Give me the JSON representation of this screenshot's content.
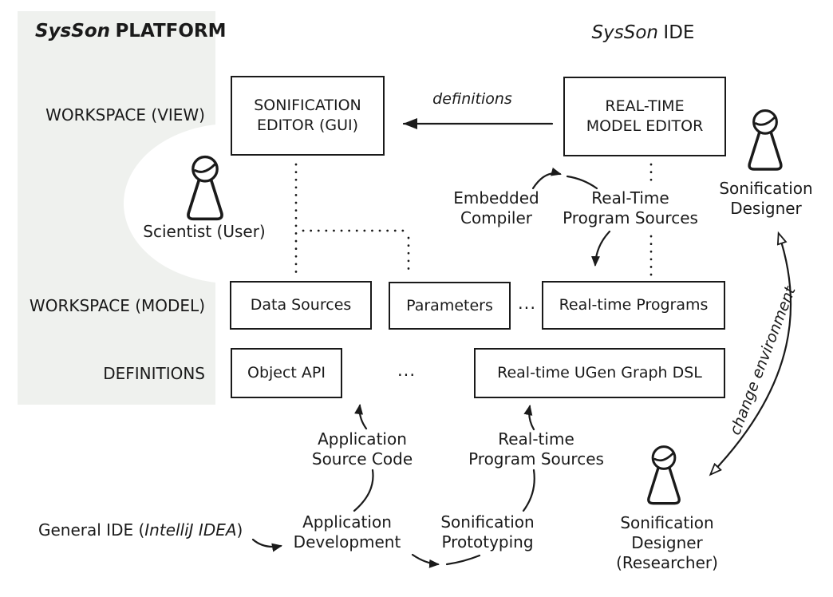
{
  "platform_title": {
    "italic": "SysSon",
    "rest": "PLATFORM"
  },
  "ide_title": {
    "italic": "SysSon",
    "rest": "IDE"
  },
  "row_labels": {
    "view": "WORKSPACE (VIEW)",
    "model": "WORKSPACE (MODEL)",
    "definitions": "DEFINITIONS"
  },
  "boxes": {
    "sonification_editor": {
      "line1": "SONIFICATION",
      "line2": "EDITOR (GUI)"
    },
    "model_editor": {
      "line1": "REAL-TIME",
      "line2": "MODEL EDITOR"
    },
    "data_sources": {
      "label": "Data Sources"
    },
    "parameters": {
      "label": "Parameters"
    },
    "realtime_programs": {
      "label": "Real-time Programs"
    },
    "object_api": {
      "label": "Object API"
    },
    "ugen_dsl": {
      "label": "Real-time UGen Graph DSL"
    }
  },
  "ellipsis": {
    "model_row": "...",
    "definitions_row": "..."
  },
  "flow_labels": {
    "definitions": "definitions",
    "change_environment": "change environment"
  },
  "annotations": {
    "embedded_compiler": {
      "line1": "Embedded",
      "line2": "Compiler"
    },
    "rt_sources_top": {
      "line1": "Real-Time",
      "line2": "Program Sources"
    },
    "app_source_code": {
      "line1": "Application",
      "line2": "Source Code"
    },
    "rt_sources_bottom": {
      "line1": "Real-time",
      "line2": "Program Sources"
    },
    "app_development": {
      "line1": "Application",
      "line2": "Development"
    },
    "sonification_prototyping": {
      "line1": "Sonification",
      "line2": "Prototyping"
    }
  },
  "actors": {
    "scientist": {
      "label": "Scientist (User)"
    },
    "designer": {
      "line1": "Sonification",
      "line2": "Designer"
    },
    "researcher": {
      "line1": "Sonification",
      "line2": "Designer",
      "line3": "(Researcher)"
    }
  },
  "general_ide": {
    "prefix": "General IDE (",
    "italic": "IntelliJ IDEA",
    "suffix": ")"
  },
  "colors": {
    "platform_bg": "#eff1ee",
    "ink": "#1a1a1a",
    "background": "#ffffff"
  }
}
